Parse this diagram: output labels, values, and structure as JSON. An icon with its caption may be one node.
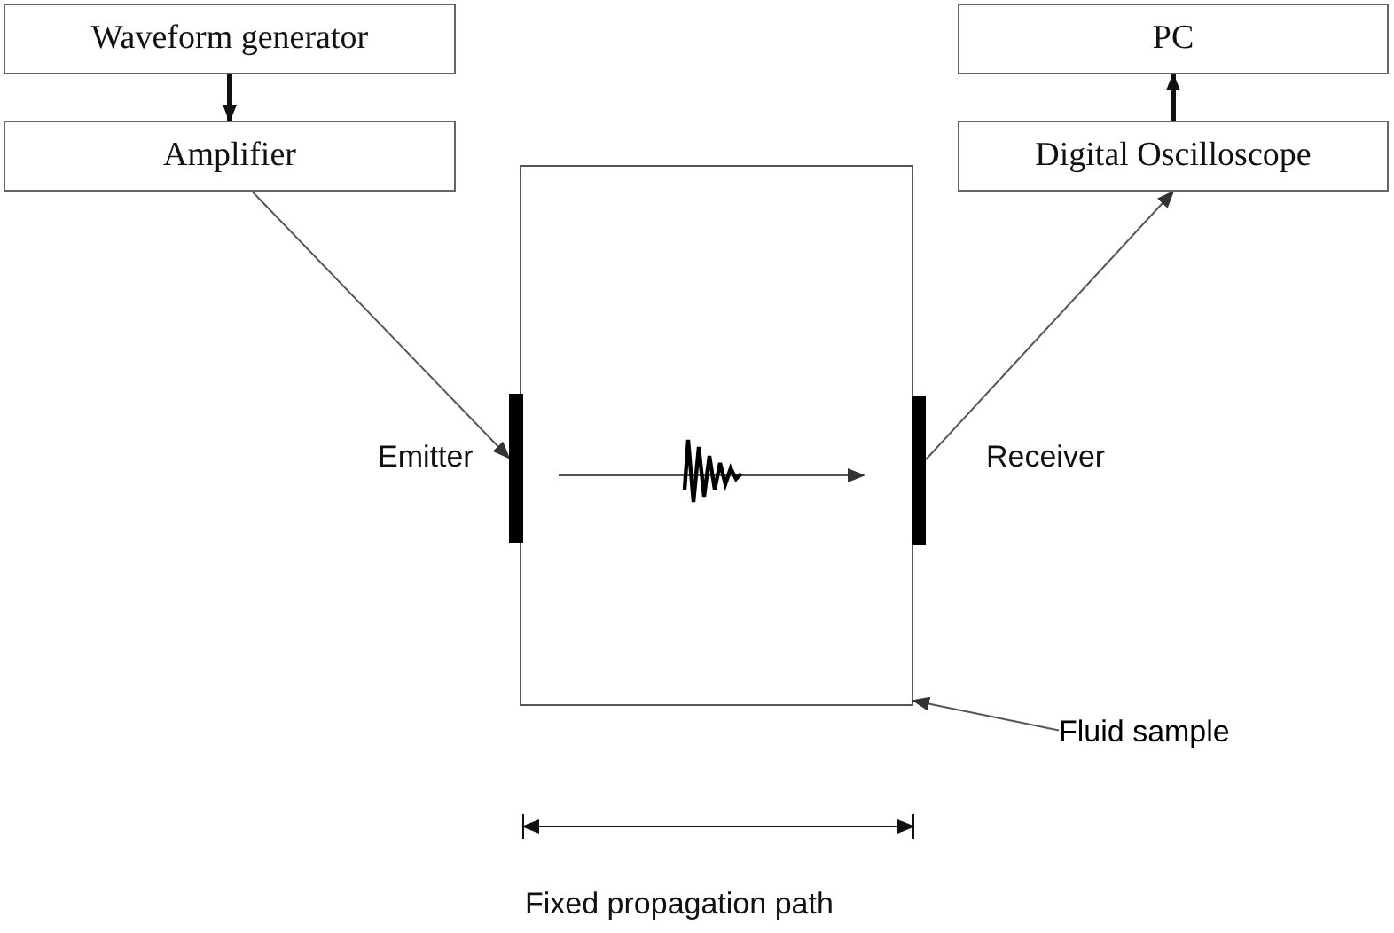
{
  "diagram": {
    "nodes": [
      {
        "text": [
          "Waveform generator"
        ]
      },
      {
        "text": [
          "Amplifier"
        ]
      },
      {
        "text": [
          "PC"
        ]
      },
      {
        "text": [
          "Digital Oscilloscope"
        ]
      },
      {
        "text": [],
        "shape": "box"
      },
      {
        "text": [],
        "shape": "bar",
        "beside": [
          "Emitter"
        ]
      },
      {
        "text": [],
        "shape": "bar",
        "beside": [
          "Receiver"
        ]
      },
      {
        "text": [
          "Fluid sample"
        ]
      }
    ],
    "edges": [
      {
        "from": 0,
        "to": 1,
        "arrow": "to",
        "style": "thick"
      },
      {
        "from": 1,
        "to": 5,
        "arrow": "to"
      },
      {
        "from": 3,
        "to": 2,
        "arrow": "to",
        "style": "thick"
      },
      {
        "from": 6,
        "to": 3,
        "arrow": "to"
      },
      {
        "from": 7,
        "to": 4,
        "arrow": "to"
      }
    ],
    "labels": [
      "Fixed propagation path"
    ]
  }
}
